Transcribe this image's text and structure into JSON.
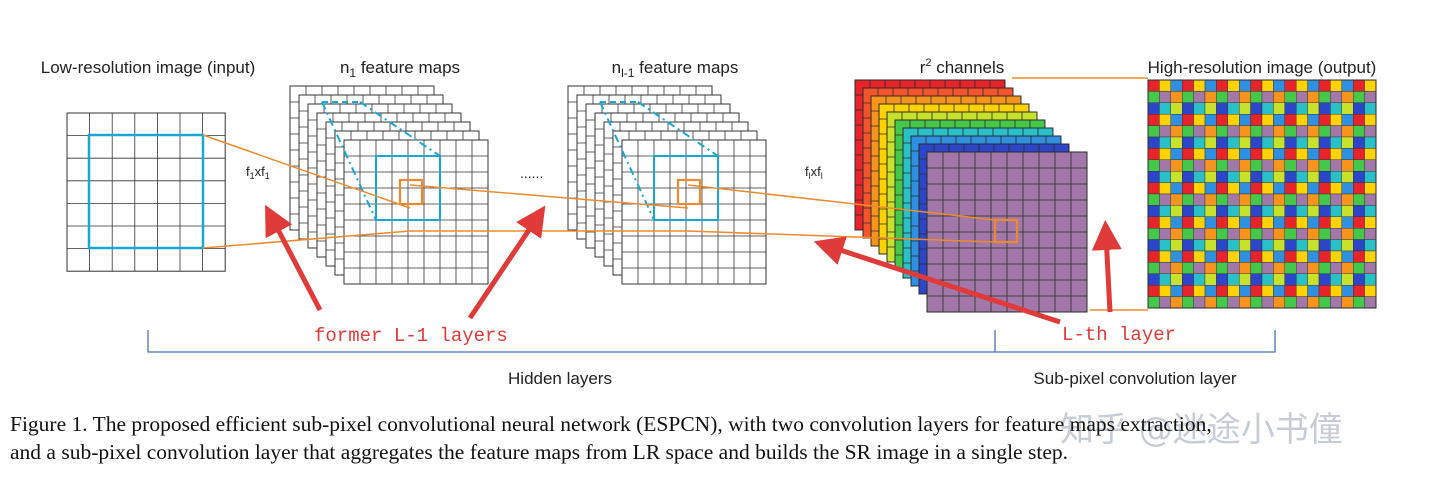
{
  "labels": {
    "input": "Low-resolution image (input)",
    "n1": "n",
    "n1_sub": "1",
    "n1_rest": " feature maps",
    "nl": "n",
    "nl_sub": "l-1",
    "nl_rest": " feature maps",
    "r2": "r",
    "r2_sup": "2",
    "r2_rest": " channels",
    "output": "High-resolution image (output)",
    "f1_a": "f",
    "f1_a_sub": "1",
    "f1_x": "xf",
    "f1_b_sub": "1",
    "fl_a": "f",
    "fl_a_sub": "l",
    "fl_x": "xf",
    "fl_b_sub": "l",
    "dots": "......",
    "hidden": "Hidden layers",
    "subpixel": "Sub-pixel convolution layer"
  },
  "annotations": {
    "former": "former L-1 layers",
    "lth": "L-th layer"
  },
  "caption": {
    "line1": "Figure 1. The proposed efficient sub-pixel convolutional neural network (ESPCN), with two convolution layers for feature maps extraction,",
    "line2": "and a sub-pixel convolution layer that aggregates the feature maps from LR space and builds the SR image in a single step."
  },
  "watermark": "知乎 @迷途小书僮",
  "colors": {
    "grid": "#333333",
    "blue": "#1aa7d6",
    "orange": "#f08a2c",
    "arrow": "#e03a3a",
    "brace": "#4a6fb0",
    "channels": [
      "#e8242b",
      "#f5542a",
      "#f7941d",
      "#ffd200",
      "#c8e12a",
      "#45c84a",
      "#29c0c8",
      "#2f8fe0",
      "#2c45c9",
      "#a178a8"
    ]
  }
}
